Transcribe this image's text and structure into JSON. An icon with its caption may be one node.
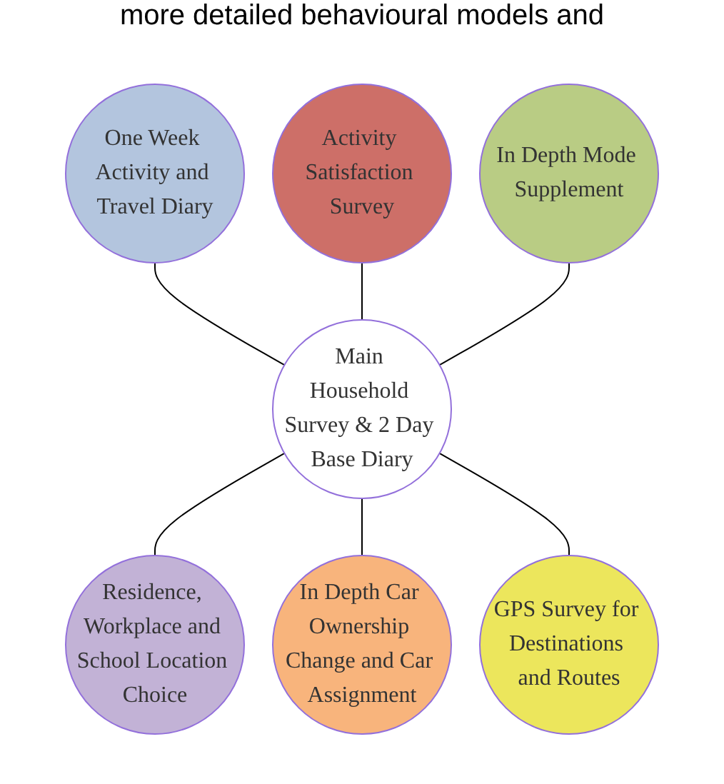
{
  "diagram": {
    "nodes": [
      {
        "text": [
          "One Week Activity and Travel Diary"
        ]
      },
      {
        "text": [
          "Activity Satisfaction Survey"
        ]
      },
      {
        "text": [
          "In Depth Mode Supplement"
        ]
      },
      {
        "text": [
          "Main Household Survey & 2 Day Base Diary"
        ]
      },
      {
        "text": [
          "Residence, Workplace and School Location Choice"
        ]
      },
      {
        "text": [
          "In Depth Car Ownership Change and Car Assignment"
        ]
      },
      {
        "text": [
          "GPS Survey for Destinations and Routes"
        ]
      }
    ],
    "edges": [
      {
        "from": 3,
        "to": 0,
        "arrow": "none"
      },
      {
        "from": 3,
        "to": 1,
        "arrow": "none"
      },
      {
        "from": 3,
        "to": 2,
        "arrow": "none"
      },
      {
        "from": 3,
        "to": 4,
        "arrow": "none"
      },
      {
        "from": 3,
        "to": 5,
        "arrow": "none"
      },
      {
        "from": 3,
        "to": 6,
        "arrow": "none"
      }
    ],
    "labels": [
      "more detailed behavioural models and"
    ]
  }
}
